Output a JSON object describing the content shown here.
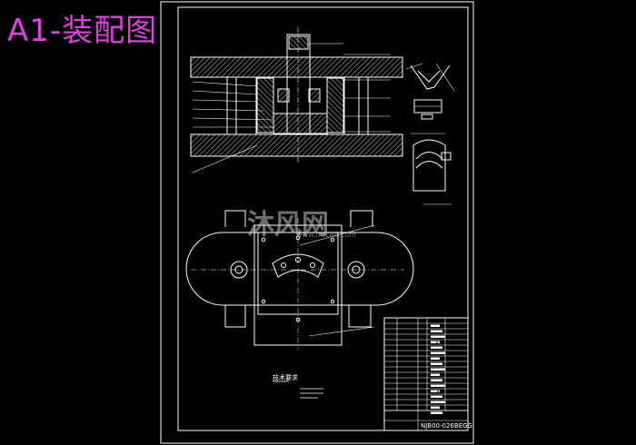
{
  "title": "A1-装配图",
  "watermark": {
    "text": "沐风网",
    "sub": "www.mfcad.com"
  },
  "drawing_number": "NJB00-026BEGG",
  "notes_heading": "技术要求",
  "colors": {
    "background": "#000000",
    "title": "#e040e0",
    "lines": "#ffffff",
    "hatch": "#cfcfcf",
    "accent": "#ff3333"
  }
}
